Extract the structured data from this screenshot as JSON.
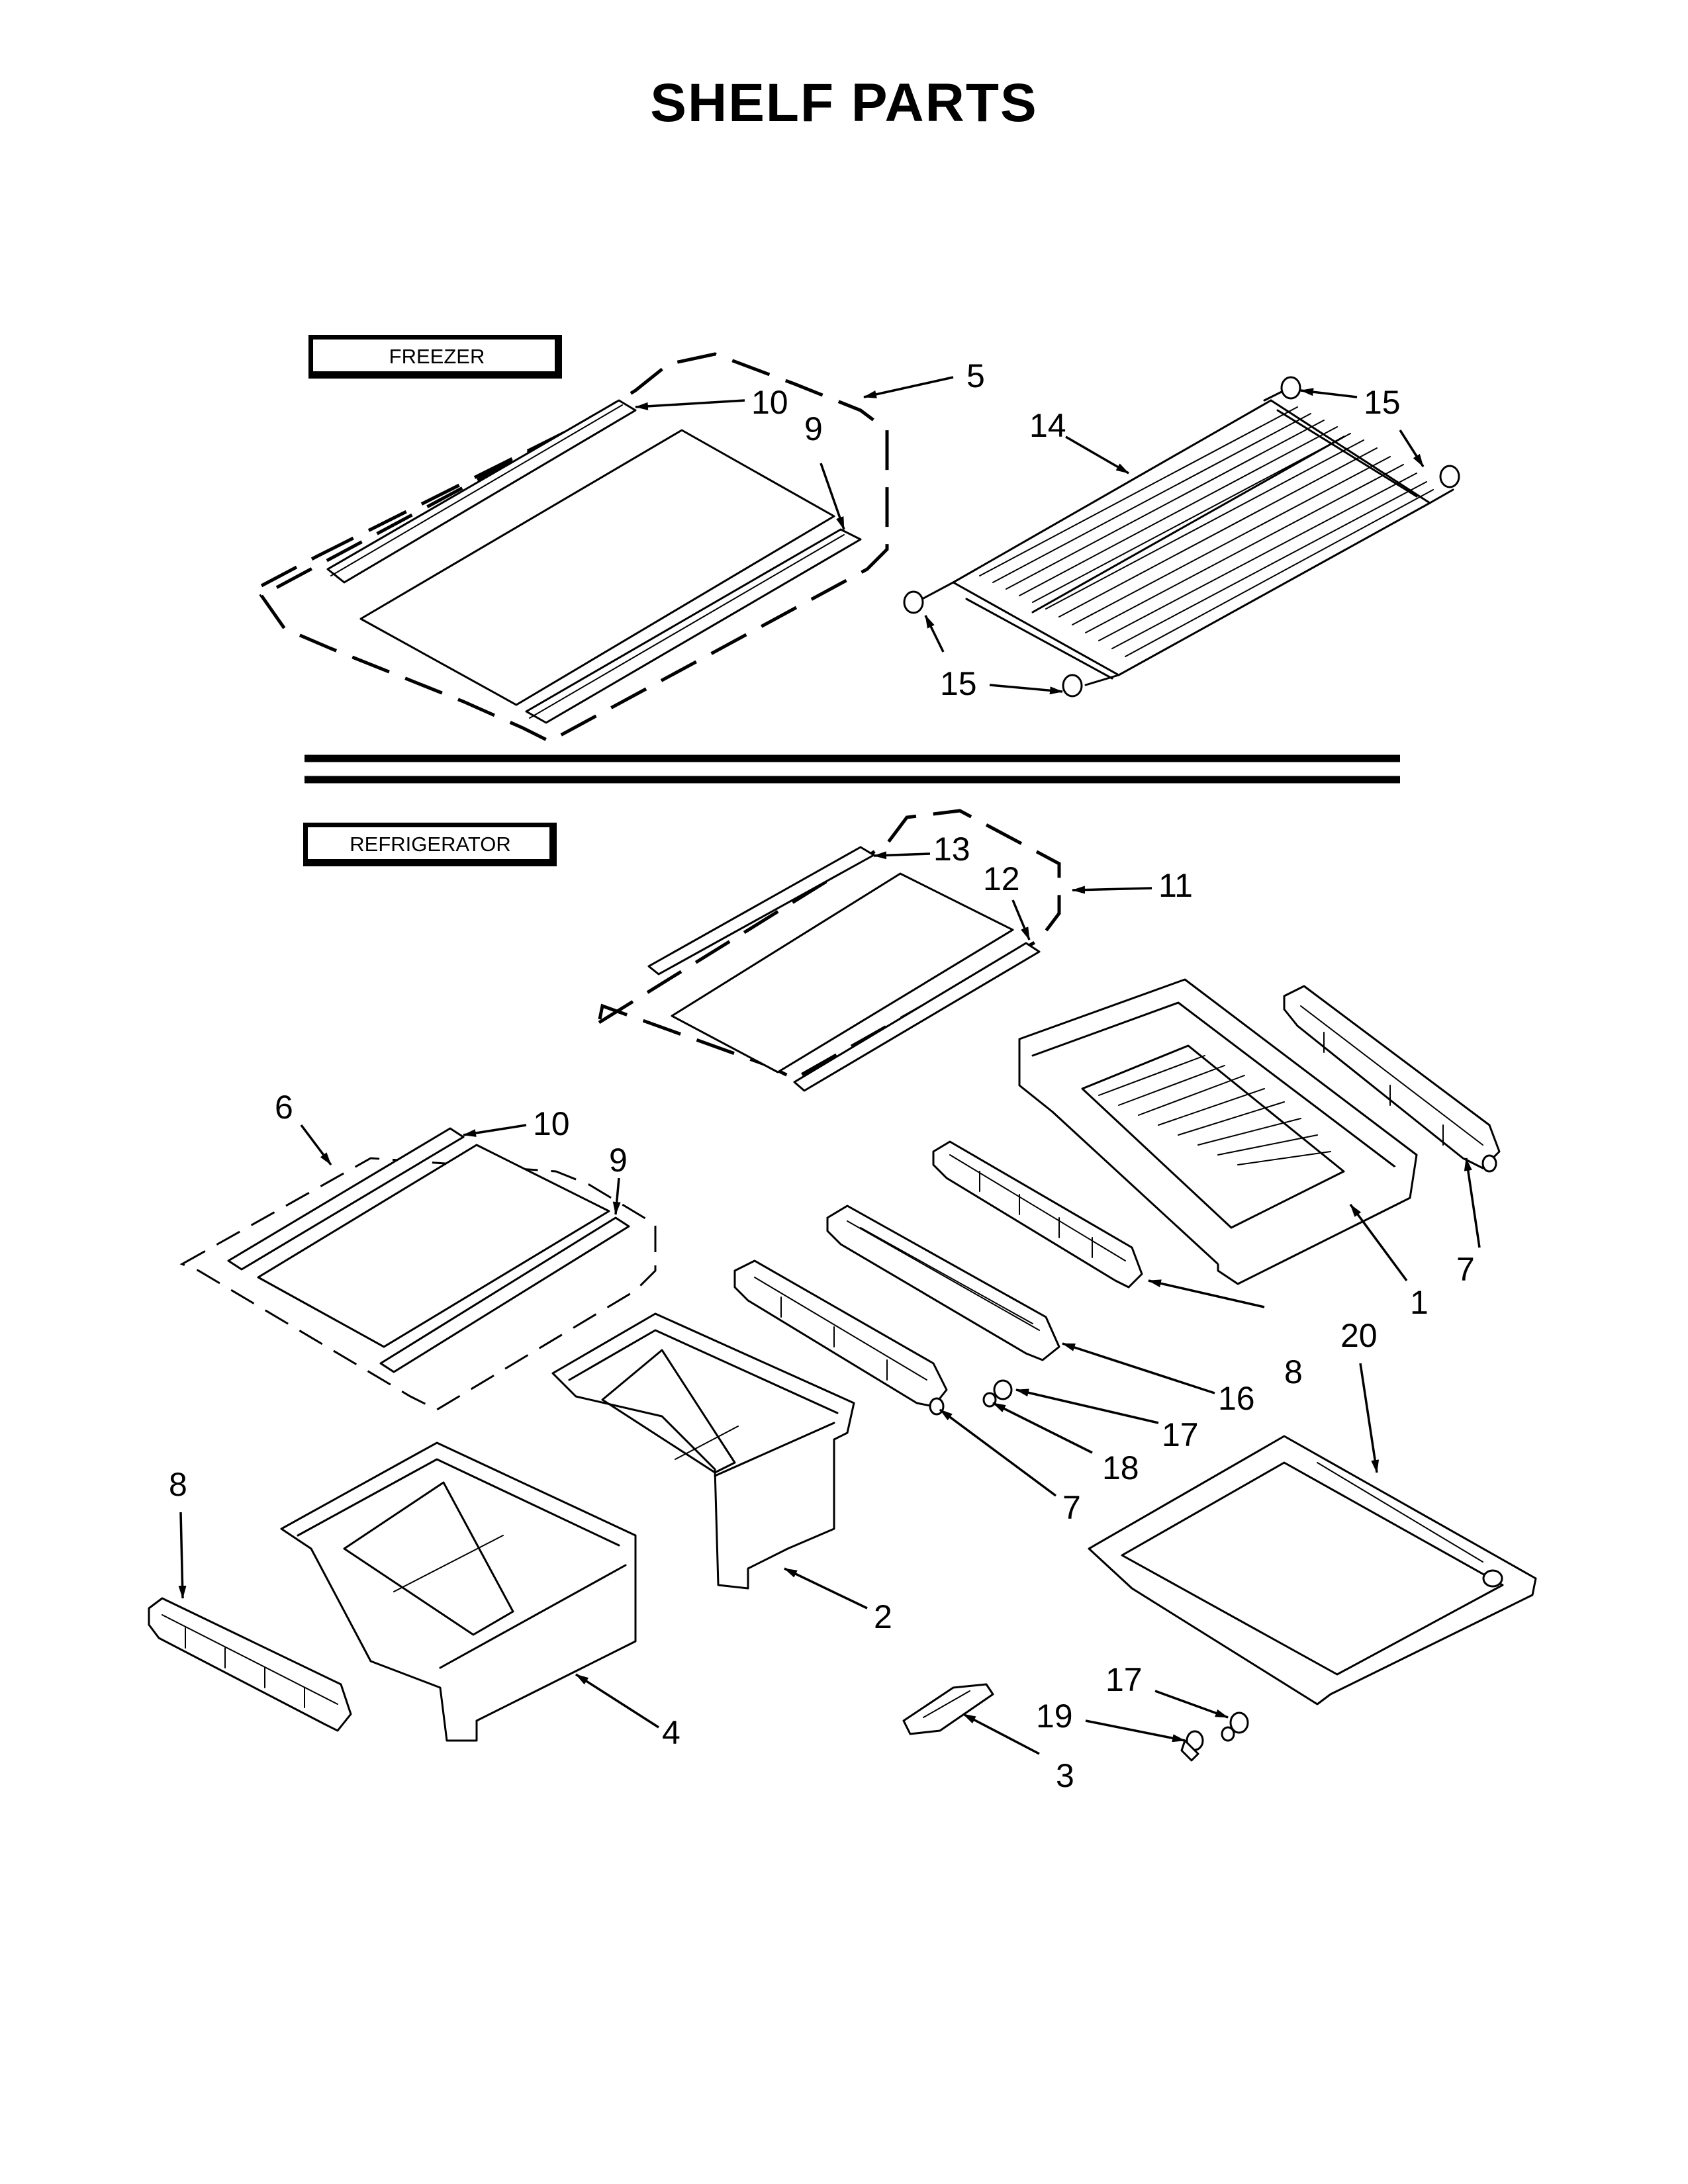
{
  "title": "SHELF PARTS",
  "sections": {
    "freezer": "FREEZER",
    "refrigerator": "REFRIGERATOR"
  },
  "callouts": {
    "c5": "5",
    "c10a": "10",
    "c9a": "9",
    "c14": "14",
    "c15a": "15",
    "c15b": "15",
    "c13": "13",
    "c12": "12",
    "c11": "11",
    "c6": "6",
    "c10b": "10",
    "c9b": "9",
    "c7a": "7",
    "c1": "1",
    "c8a": "8",
    "c16": "16",
    "c17a": "17",
    "c18": "18",
    "c7b": "7",
    "c20": "20",
    "c8b": "8",
    "c2": "2",
    "c4": "4",
    "c17b": "17",
    "c19": "19",
    "c3": "3"
  }
}
